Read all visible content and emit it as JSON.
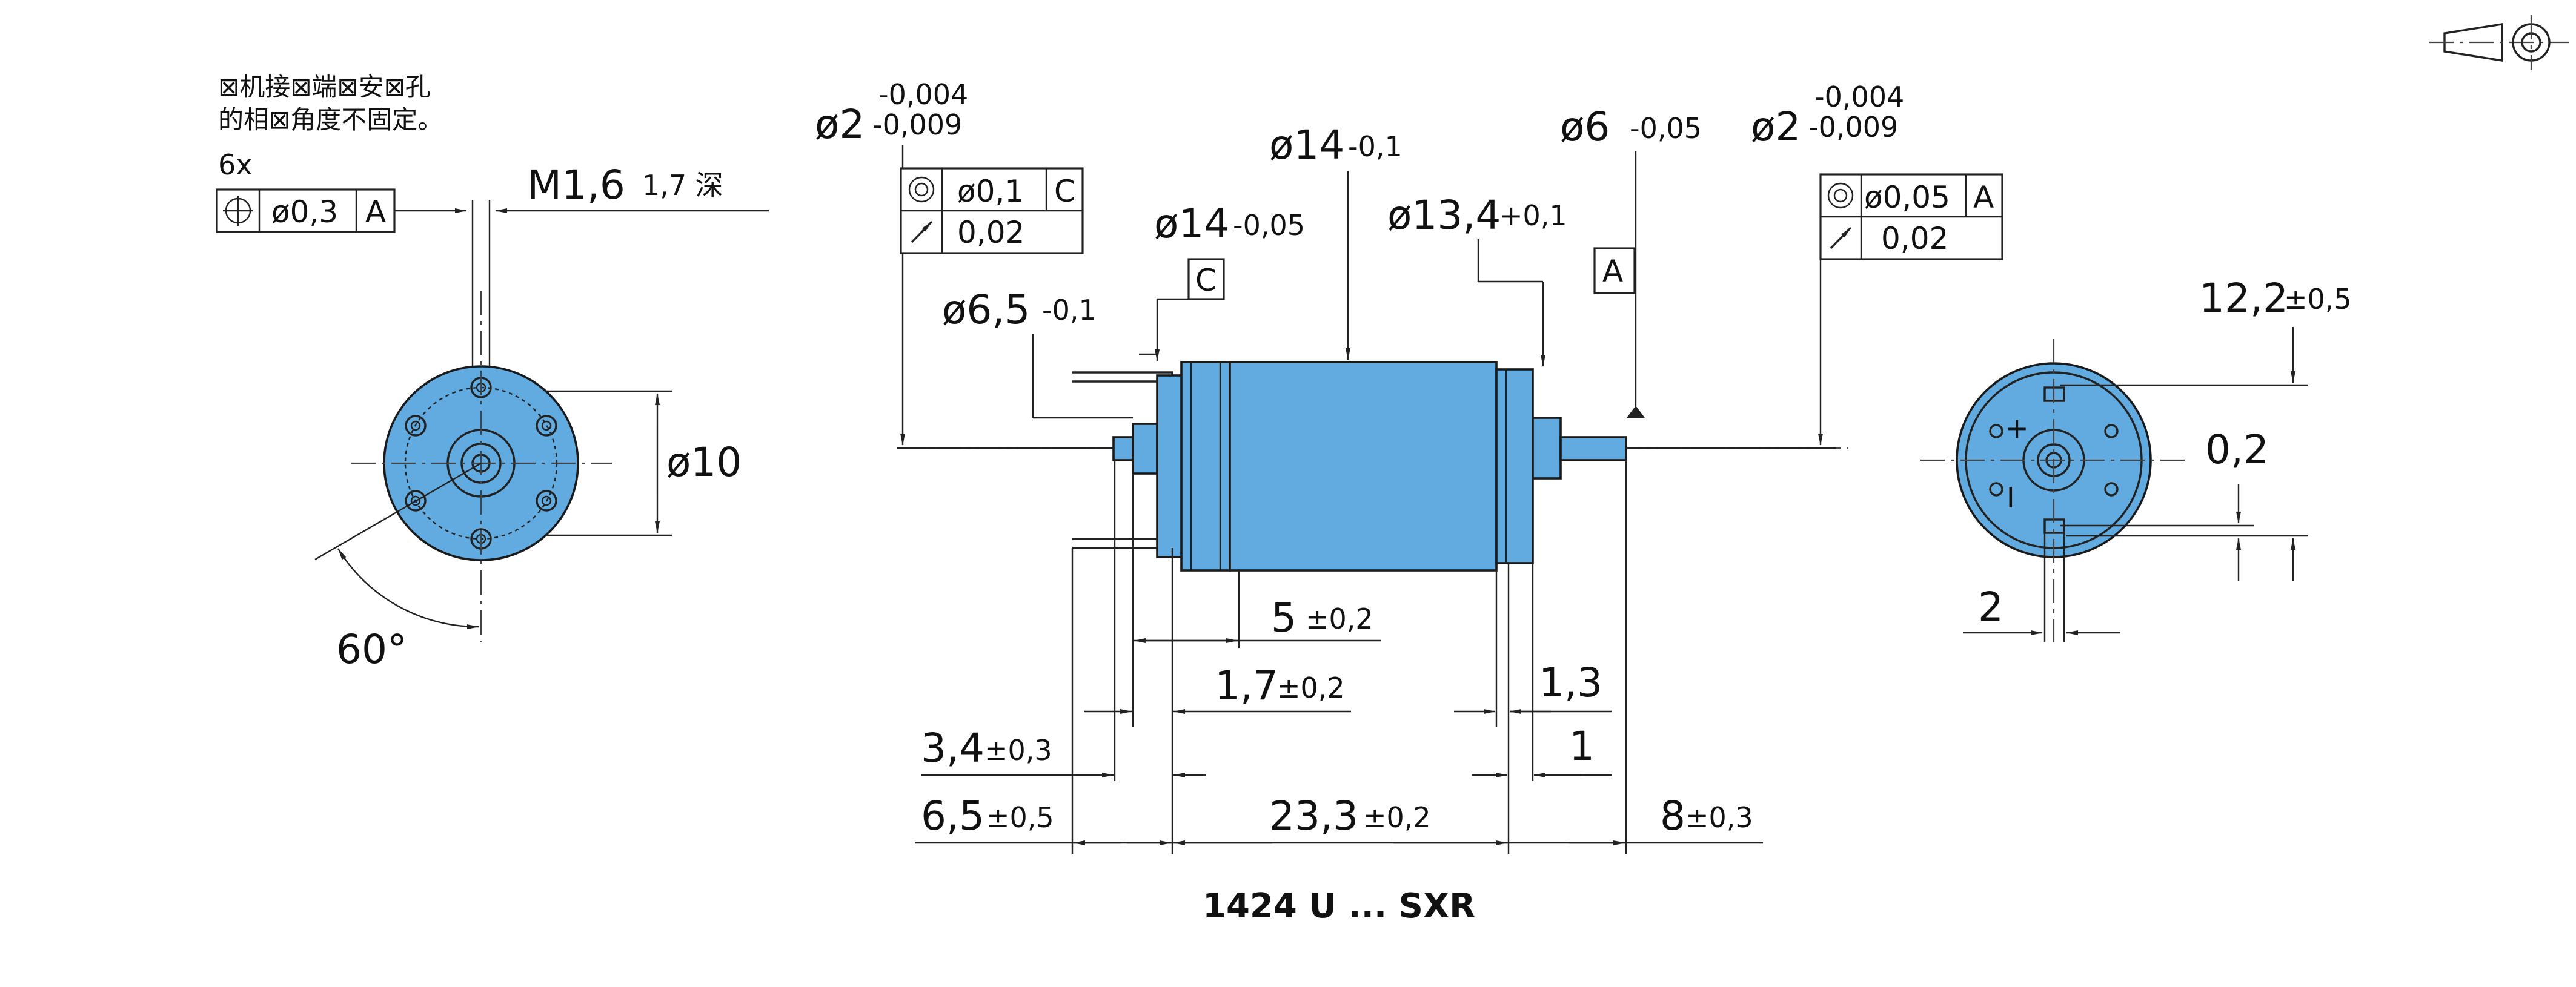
{
  "title": "1424 U ... SXR",
  "left_view": {
    "note_line1": "⊠机接⊠端⊠安⊠孔",
    "note_line2": "的相⊠角度不固定。",
    "hole_count": "6x",
    "position_symbol": "⊕",
    "position_tolerance": "ø0,3",
    "position_datum": "A",
    "thread": "M1,6",
    "thread_depth": "1,7 深",
    "diameter_10": "ø10",
    "angle": "60°"
  },
  "side_view": {
    "shaft_left_dia": "ø2",
    "shaft_left_tol_upper": "-0,004",
    "shaft_left_tol_lower": "-0,009",
    "concentricity_symbol": "◎",
    "concentricity_value": "ø0,1",
    "concentricity_datum": "C",
    "runout_symbol": "↗",
    "runout_value": "0,02",
    "dia_14_body": "ø14",
    "dia_14_body_tol": "-0,1",
    "dia_14_flange": "ø14",
    "dia_14_flange_tol": "-0,05",
    "datum_c": "C",
    "dia_6_5": "ø6,5",
    "dia_6_5_tol": "-0,1",
    "dia_13_4": "ø13,4",
    "dia_13_4_tol": "+0,1",
    "dia_6": "ø6",
    "dia_6_tol": "-0,05",
    "datum_a": "A",
    "shaft_right_dia": "ø2",
    "shaft_right_tol_upper": "-0,004",
    "shaft_right_tol_lower": "-0,009",
    "concentricity_right_value": "ø0,05",
    "concentricity_right_datum": "A",
    "runout_right_value": "0,02",
    "dim_5": "5",
    "dim_5_tol": "±0,2",
    "dim_1_7": "1,7",
    "dim_1_7_tol": "±0,2",
    "dim_1_3": "1,3",
    "dim_3_4": "3,4",
    "dim_3_4_tol": "±0,3",
    "dim_1": "1",
    "dim_6_5": "6,5",
    "dim_6_5_tol": "±0,5",
    "dim_23_3": "23,3",
    "dim_23_3_tol": "±0,2",
    "dim_8": "8",
    "dim_8_tol": "±0,3"
  },
  "right_view": {
    "dim_12_2": "12,2",
    "dim_12_2_tol": "±0,5",
    "dim_0_2": "0,2",
    "dim_2": "2",
    "plus_mark": "+",
    "minus_mark": "I"
  },
  "projection_symbol": "first-angle projection symbol",
  "colors": {
    "part_fill": "#62abe0",
    "line": "#222222",
    "background": "#ffffff"
  }
}
